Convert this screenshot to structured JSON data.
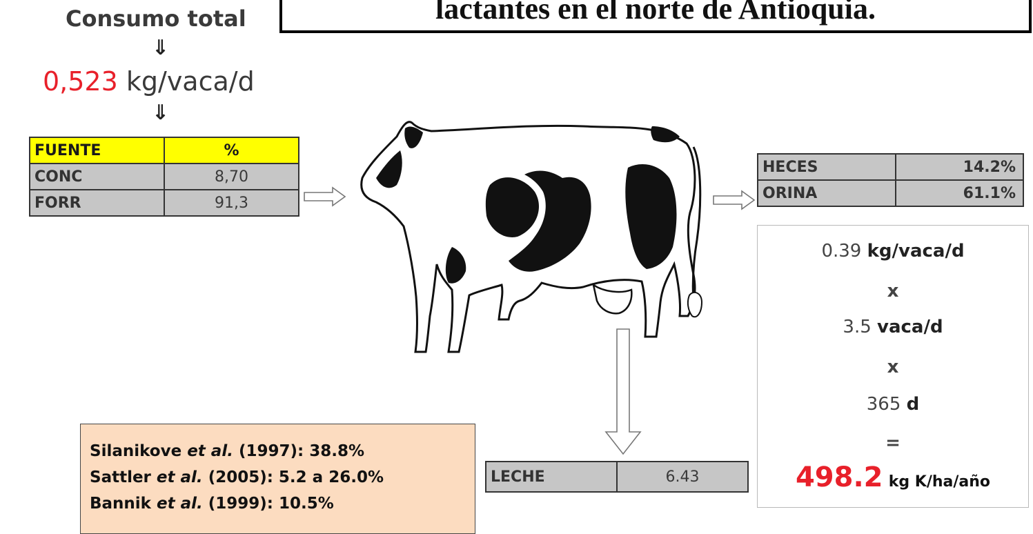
{
  "title": "lactantes en el norte de Antioquia.",
  "consumo": {
    "label": "Consumo total",
    "arrow": "⇓",
    "value": "0,523",
    "unit": "kg/vaca/d"
  },
  "fuente_table": {
    "header": [
      "FUENTE",
      "%"
    ],
    "rows": [
      [
        "CONC",
        "8,70"
      ],
      [
        "FORR",
        "91,3"
      ]
    ]
  },
  "excretion_table": {
    "rows": [
      [
        "HECES",
        "14.2%"
      ],
      [
        "ORINA",
        "61.1%"
      ]
    ]
  },
  "leche_table": {
    "label": "LECHE",
    "value": "6.43"
  },
  "calculation": {
    "line1_value": "0.39",
    "line1_unit": "kg/vaca/d",
    "op1": "x",
    "line2_value": "3.5",
    "line2_unit": "vaca/d",
    "op2": "x",
    "line3_value": "365",
    "line3_unit": "d",
    "op3": "=",
    "result_value": "498.2",
    "result_unit": "kg K/ha/año"
  },
  "references": [
    {
      "author": "Silanikove",
      "etal": "et al.",
      "rest": "(1997): 38.8%"
    },
    {
      "author": "Sattler",
      "etal": "et al.",
      "rest": "(2005): 5.2 a 26.0%"
    },
    {
      "author": "Bannik",
      "etal": "et al.",
      "rest": "(1999): 10.5%"
    }
  ],
  "colors": {
    "accent_red": "#e8202a",
    "header_yellow": "#ffff00",
    "cell_gray": "#c6c6c6",
    "refs_background": "#fcdcc0"
  }
}
